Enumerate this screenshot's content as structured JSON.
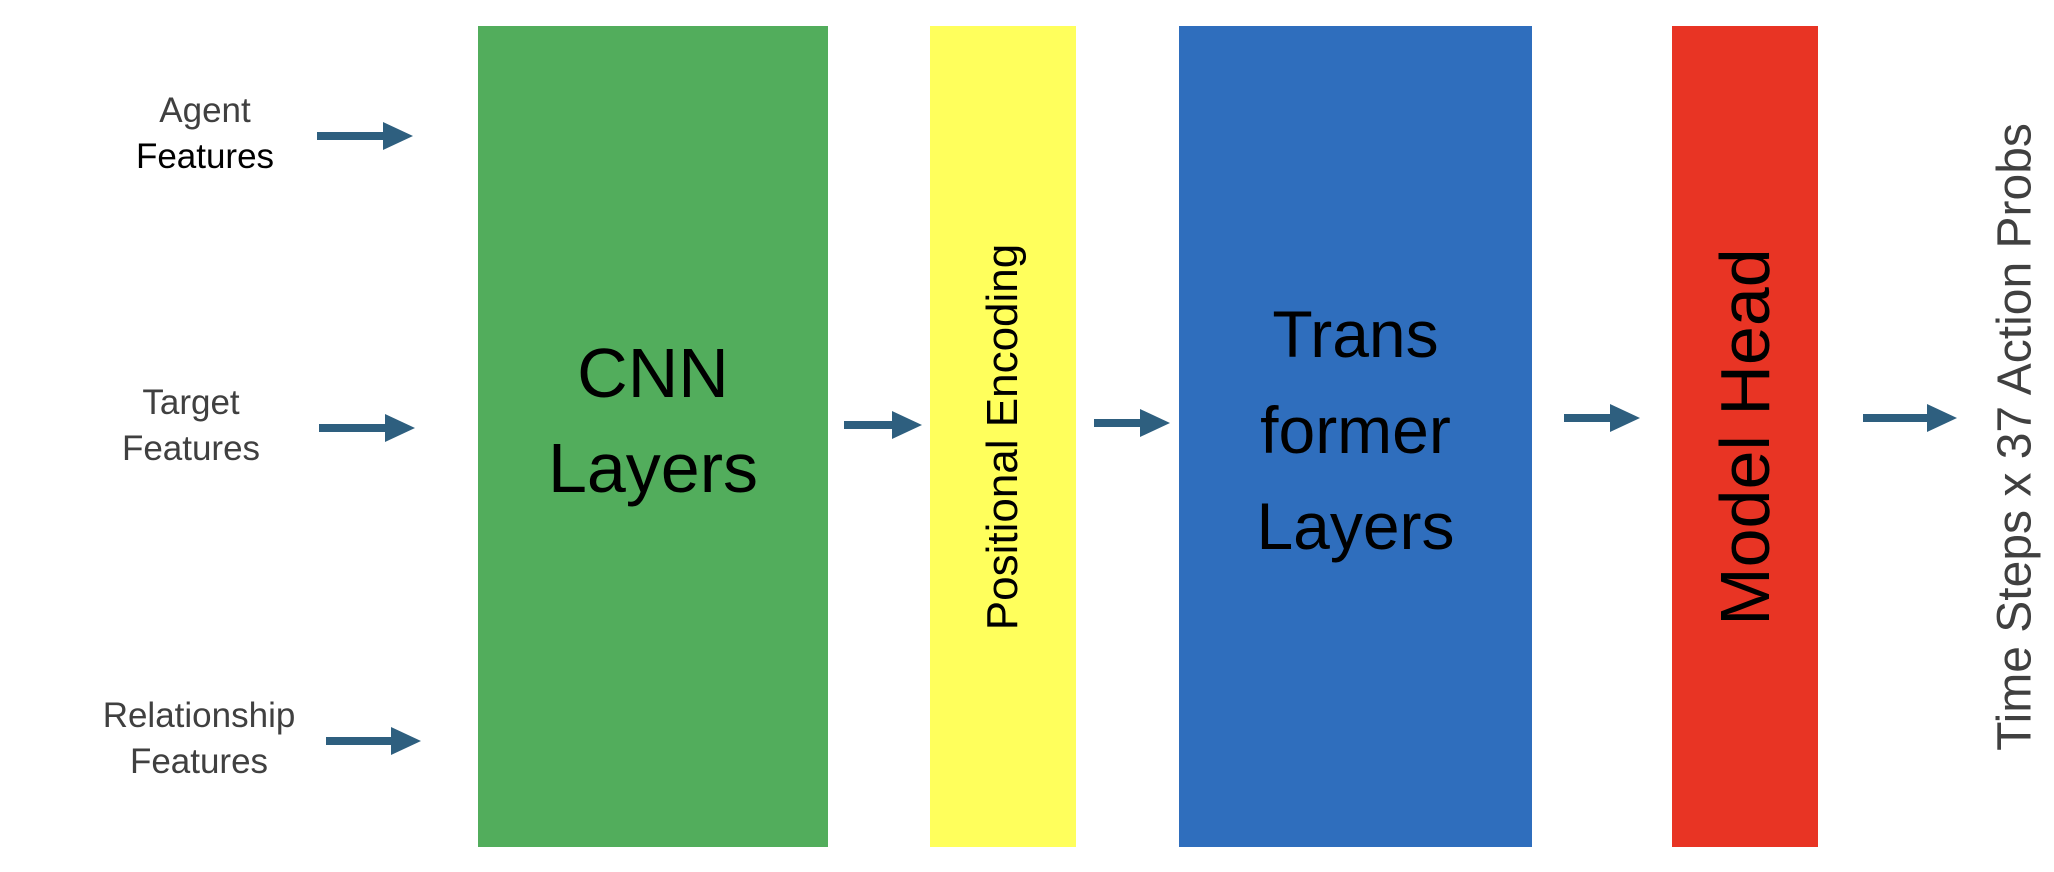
{
  "inputs": [
    {
      "line1": "Agent",
      "line2": "Features"
    },
    {
      "line1": "Target",
      "line2": "Features"
    },
    {
      "line1": "Relationship",
      "line2": "Features"
    }
  ],
  "blocks": {
    "cnn": {
      "line1": "CNN",
      "line2": "Layers",
      "color": "#52ad5c"
    },
    "positional": {
      "label": "Positional Encoding",
      "color": "#ffff5c"
    },
    "transformer": {
      "line1": "Trans",
      "line2": "former",
      "line3": "Layers",
      "color": "#2f6ebd"
    },
    "head": {
      "label": "Model Head",
      "color": "#e83424"
    }
  },
  "output": {
    "label": "Time Steps x 37 Action Probs"
  },
  "colors": {
    "arrow": "#2e5f7f"
  }
}
